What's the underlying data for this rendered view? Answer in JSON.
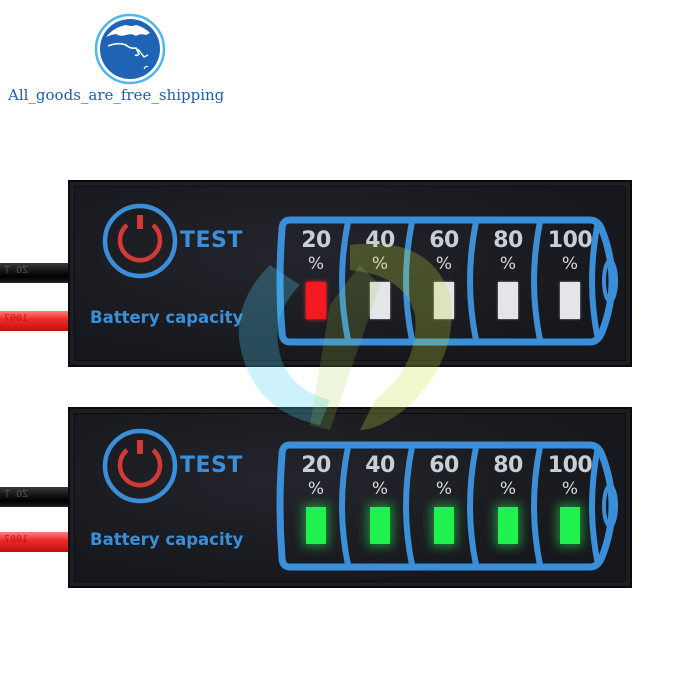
{
  "store": {
    "name": "All_goods_are_free_shipping",
    "logo_icon": "globe-icon",
    "logo_colors": {
      "globe": "#1e63b4",
      "ring": "#4fb6ec"
    }
  },
  "colors": {
    "print_blue": "#3a8fd8",
    "power_red": "#d43a35",
    "led_red": "#f21a1f",
    "led_green": "#1ff24f",
    "led_off": "#e3e5e7",
    "board": "#1b1c21"
  },
  "wire_markings": {
    "black": "ZO T",
    "red": "1007"
  },
  "modules": [
    {
      "power_icon": "power-icon",
      "test_label": "TEST",
      "capacity_label": "Battery capacity",
      "indicator_level_percent": 20,
      "cells": [
        {
          "value": "20",
          "sign": "%",
          "led": "red"
        },
        {
          "value": "40",
          "sign": "%",
          "led": "off"
        },
        {
          "value": "60",
          "sign": "%",
          "led": "off"
        },
        {
          "value": "80",
          "sign": "%",
          "led": "off"
        },
        {
          "value": "100",
          "sign": "%",
          "led": "off"
        }
      ]
    },
    {
      "power_icon": "power-icon",
      "test_label": "TEST",
      "capacity_label": "Battery capacity",
      "indicator_level_percent": 100,
      "cells": [
        {
          "value": "20",
          "sign": "%",
          "led": "green"
        },
        {
          "value": "40",
          "sign": "%",
          "led": "green"
        },
        {
          "value": "60",
          "sign": "%",
          "led": "green"
        },
        {
          "value": "80",
          "sign": "%",
          "led": "green"
        },
        {
          "value": "100",
          "sign": "%",
          "led": "green"
        }
      ]
    }
  ]
}
